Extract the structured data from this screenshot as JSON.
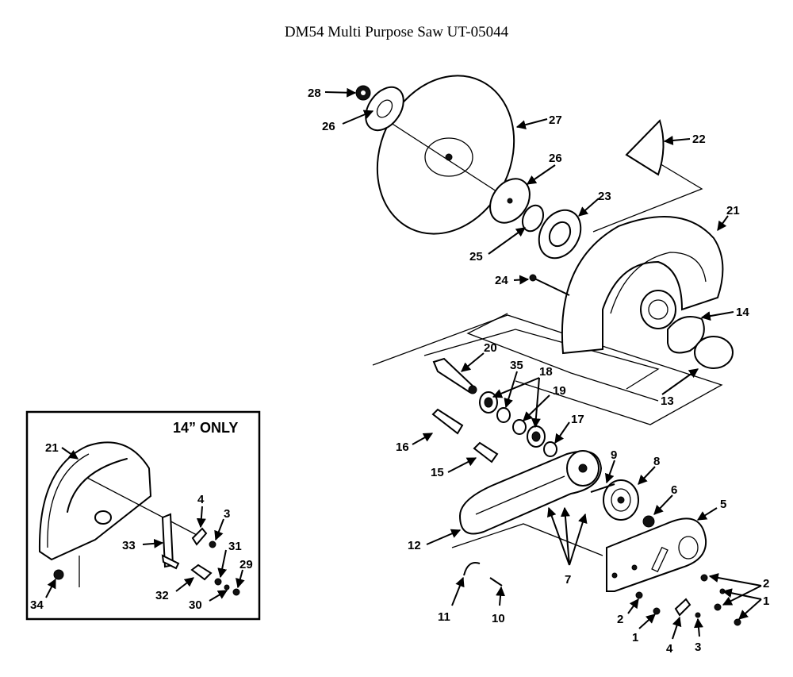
{
  "title": "DM54 Multi Purpose Saw UT-05044",
  "inset_title": "14” ONLY",
  "labels": {
    "p28": "28",
    "p26a": "26",
    "p27": "27",
    "p26b": "26",
    "p22": "22",
    "p23": "23",
    "p21": "21",
    "p25": "25",
    "p24": "24",
    "p14": "14",
    "p20": "20",
    "p35": "35",
    "p18": "18",
    "p19": "19",
    "p13": "13",
    "p17": "17",
    "p16": "16",
    "p15": "15",
    "p9": "9",
    "p8": "8",
    "p6": "6",
    "p5": "5",
    "p12": "12",
    "p7": "7",
    "p2a": "2",
    "p1a": "1",
    "p2b": "2",
    "p1b": "1",
    "p11": "11",
    "p10": "10",
    "p4": "4",
    "p3": "3",
    "i21": "21",
    "i4": "4",
    "i3": "3",
    "i33": "33",
    "i31": "31",
    "i29": "29",
    "i32": "32",
    "i30": "30",
    "i34": "34"
  }
}
